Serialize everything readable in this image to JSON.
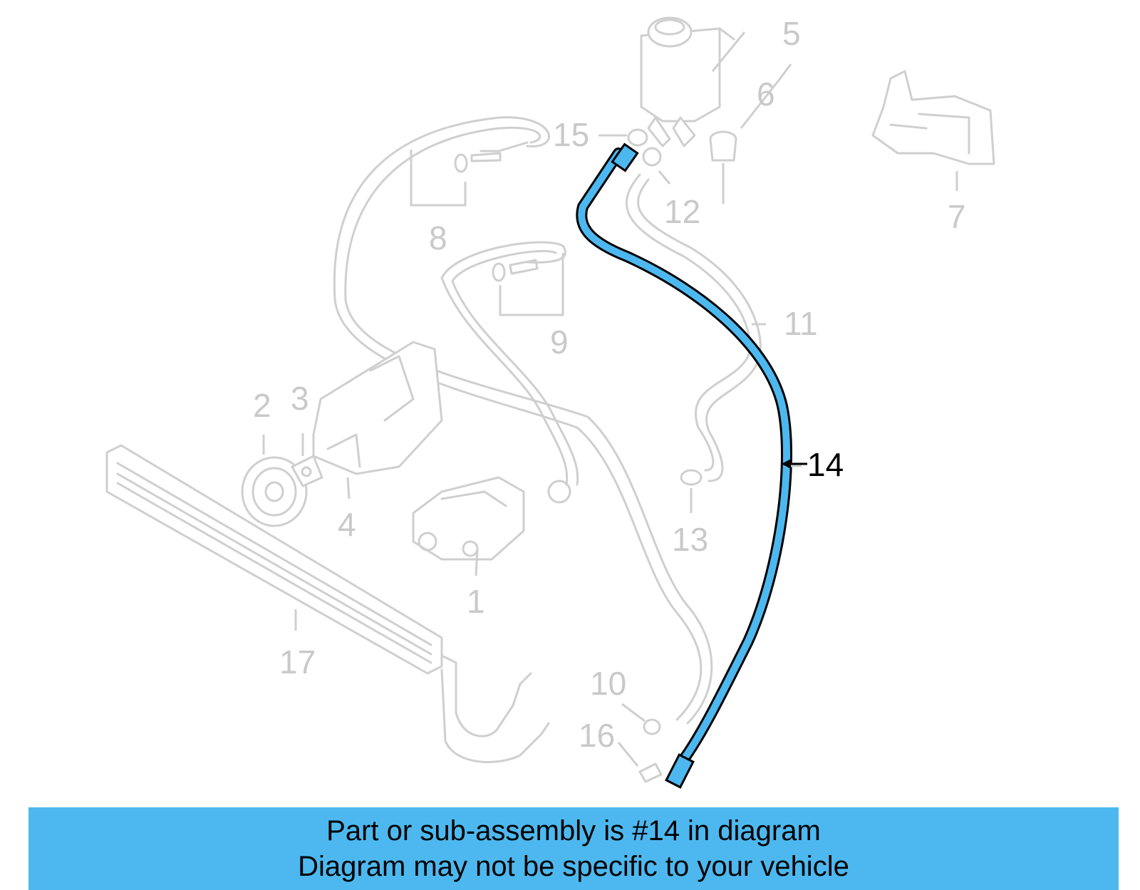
{
  "callouts": {
    "c1": "1",
    "c2": "2",
    "c3": "3",
    "c4": "4",
    "c5": "5",
    "c6": "6",
    "c7": "7",
    "c8": "8",
    "c9": "9",
    "c10": "10",
    "c11": "11",
    "c12": "12",
    "c13": "13",
    "c14": "14",
    "c15": "15",
    "c16": "16",
    "c17": "17"
  },
  "highlight": {
    "part_number": "14",
    "color": "#4db8ef"
  },
  "banner": {
    "line1": "Part or sub-assembly is #14 in diagram",
    "line2": "Diagram may not be specific to your vehicle",
    "background": "#4db8ef"
  }
}
